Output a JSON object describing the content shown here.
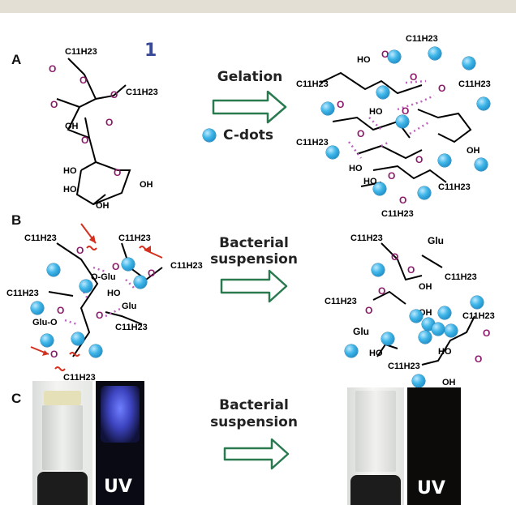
{
  "panels": {
    "a": {
      "label": "A",
      "compound_number": "1",
      "arrow_label": "Gelation",
      "legend_label": "C-dots"
    },
    "b": {
      "label": "B",
      "arrow_label_line1": "Bacterial",
      "arrow_label_line2": "suspension"
    },
    "c": {
      "label": "C",
      "arrow_label_line1": "Bacterial",
      "arrow_label_line2": "suspension",
      "uv_label_left": "UV",
      "uv_label_right": "UV"
    }
  },
  "chem": {
    "c11h23": "C11H23",
    "o": "O",
    "oh": "OH",
    "ho": "HO",
    "glu": "Glu",
    "glu_o": "Glu-O",
    "o_glu": "O-Glu"
  },
  "colors": {
    "dot": "#2ea4dc",
    "arrow": "#2a7a50",
    "oxygen": "#8b1a6b",
    "hbond": "#c060c0",
    "cleave": "#d43020"
  }
}
